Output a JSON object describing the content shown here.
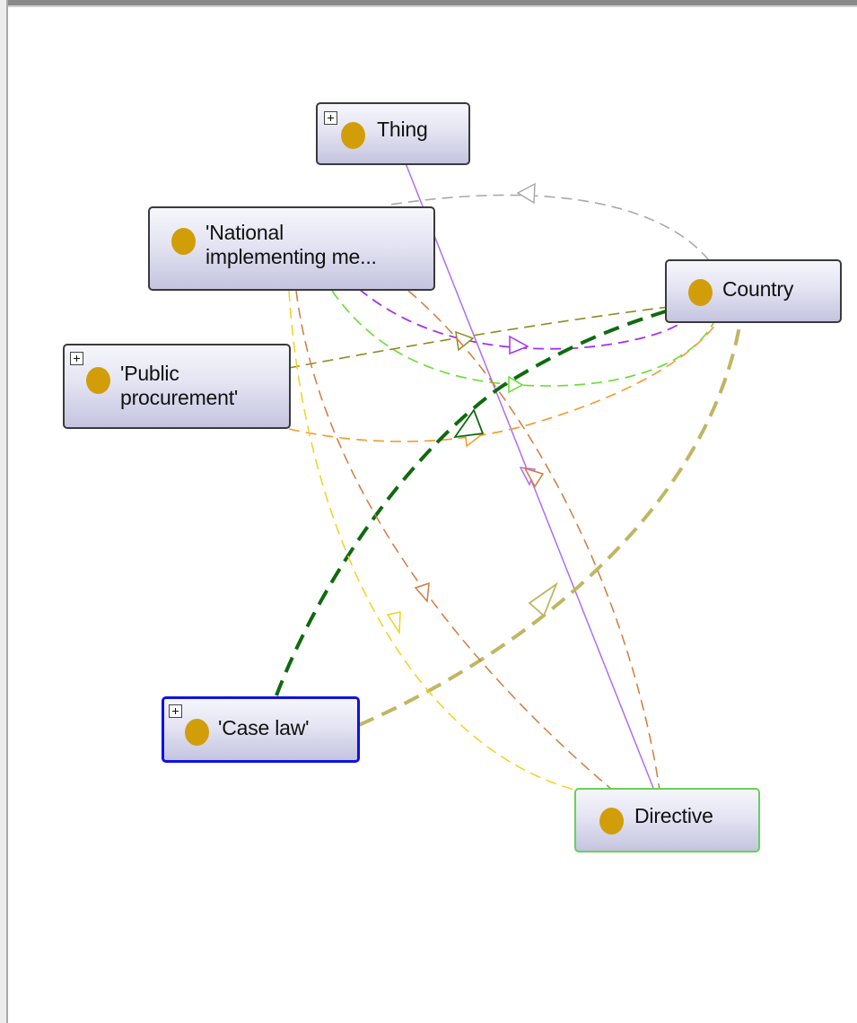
{
  "nodes": {
    "thing": {
      "label": "Thing",
      "expandable": true
    },
    "national": {
      "label": "'National\nimplementing me...",
      "expandable": false
    },
    "country": {
      "label": "Country",
      "expandable": false
    },
    "public_procurement": {
      "label": "'Public\nprocurement'",
      "expandable": true
    },
    "case_law": {
      "label": "'Case law'",
      "expandable": true,
      "selected": true
    },
    "directive": {
      "label": "Directive",
      "expandable": false,
      "highlighted": true
    }
  },
  "edge_colors": {
    "gray": "#a9a9a9",
    "purple": "#a531f0",
    "light_green": "#66dd33",
    "olive": "#8c8c1e",
    "dark_green": "#0f6a0f",
    "orange": "#f59a2a",
    "dark_orange": "#d27a3c",
    "yellow": "#f0d21e",
    "khaki": "#c0b661",
    "subclass_violet": "#b16cf0"
  },
  "node_fill_color": "#e4e4f3",
  "dot_color": "#d19e0a"
}
